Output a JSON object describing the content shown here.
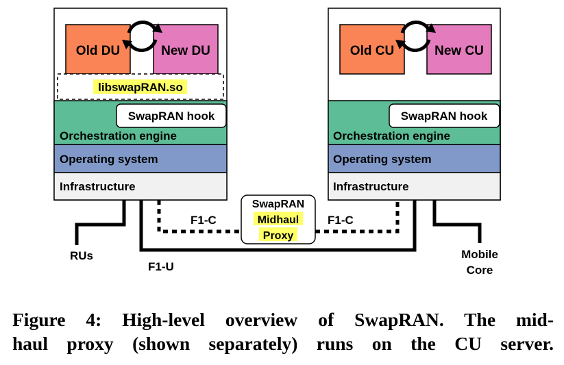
{
  "du_server": {
    "old_component": "Old DU",
    "new_component": "New DU",
    "library": "libswapRAN.so",
    "hook": "SwapRAN hook",
    "layers": {
      "orchestration": "Orchestration engine",
      "os": "Operating system",
      "infrastructure": "Infrastructure"
    }
  },
  "cu_server": {
    "old_component": "Old CU",
    "new_component": "New CU",
    "hook": "SwapRAN hook",
    "layers": {
      "orchestration": "Orchestration engine",
      "os": "Operating system",
      "infrastructure": "Infrastructure"
    }
  },
  "proxy": {
    "line1": "SwapRAN",
    "line2": "Midhaul",
    "line3": "Proxy"
  },
  "links": {
    "f1c_left": "F1-C",
    "f1c_right": "F1-C",
    "f1u": "F1-U",
    "rus": "RUs",
    "mobile_core_line1": "Mobile",
    "mobile_core_line2": "Core"
  },
  "caption": {
    "line1": "Figure 4: High-level overview of SwapRAN. The mid-",
    "line2": "haul proxy (shown separately) runs on the CU server."
  },
  "colors": {
    "old": "#fa8455",
    "new": "#e37bbd",
    "orchestration": "#5dbd96",
    "os": "#8199c8",
    "infrastructure": "#f1f1f1",
    "highlight": "#ffff66"
  }
}
